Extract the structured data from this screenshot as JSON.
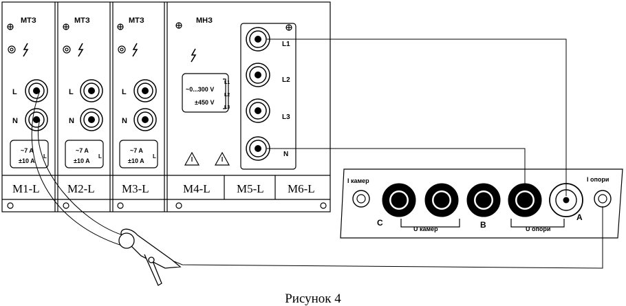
{
  "modules": [
    {
      "name": "МТЗ",
      "range1": "~7 A",
      "range2": "±10 A",
      "range_tag": "L",
      "jack_top": "L",
      "jack_bottom": "N",
      "slot": "M1-L"
    },
    {
      "name": "МТЗ",
      "range1": "~7 A",
      "range2": "±10 A",
      "range_tag": "L",
      "jack_top": "L",
      "jack_bottom": "N",
      "slot": "M2-L"
    },
    {
      "name": "МТЗ",
      "range1": "~7 A",
      "range2": "±10 A",
      "range_tag": "L",
      "jack_top": "L",
      "jack_bottom": "N",
      "slot": "M3-L"
    }
  ],
  "voltage_module": {
    "name": "МНЗ",
    "range1": "~0...300 V",
    "range2": "±450 V",
    "range_tags": [
      "L1",
      "L2",
      "L3"
    ],
    "jacks": [
      "L1",
      "L2",
      "L3",
      "N"
    ],
    "slots": [
      "M4-L",
      "M5-L",
      "M6-L"
    ]
  },
  "panel": {
    "left_label": "I камер",
    "right_label": "I опори",
    "phase_c": "C",
    "phase_b": "B",
    "phase_a": "A",
    "u_camera": "U камер",
    "u_support": "U опори"
  },
  "caption": "Рисунок 4"
}
